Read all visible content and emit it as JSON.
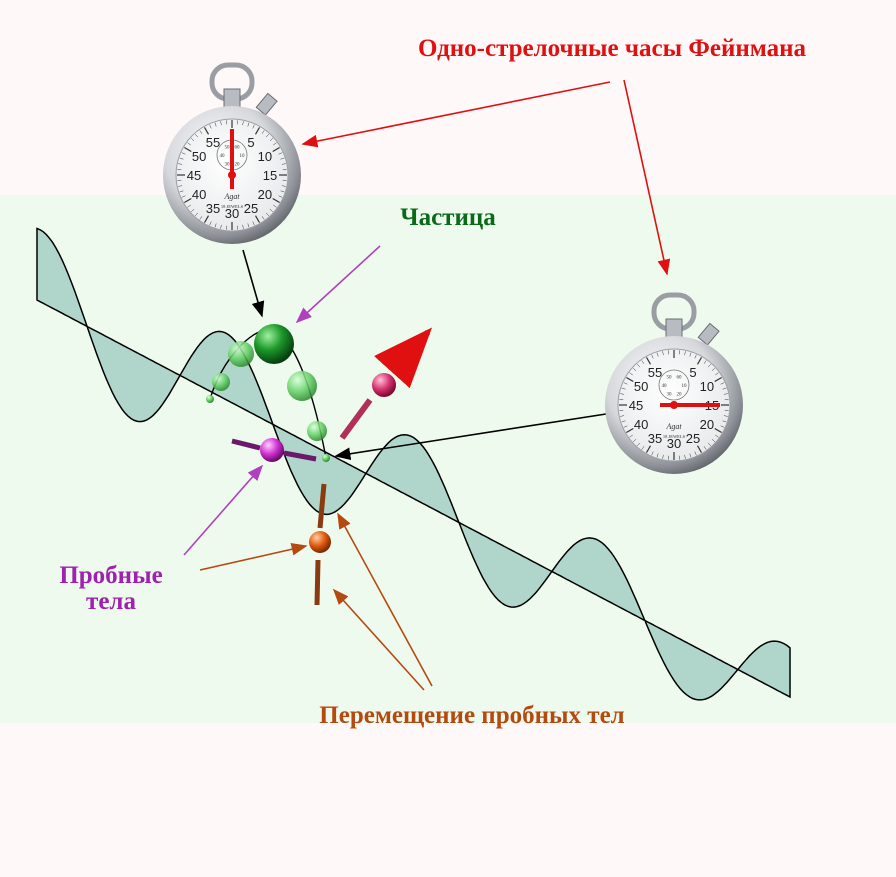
{
  "labels": {
    "clocks_title": "Одно-стрелочные часы Фейнмана",
    "particle": "Частица",
    "probe_line1": "Пробные",
    "probe_line2": "тела",
    "displacement": "Перемещение пробных тел"
  },
  "stopwatch_left": {
    "outer": [
      "5",
      "10",
      "15",
      "20",
      "25",
      "30",
      "35",
      "40",
      "45",
      "50",
      "55"
    ],
    "inner": [
      "50",
      "60",
      "10",
      "20",
      "30",
      "40"
    ],
    "brand": "Agat",
    "jewels": "18 JEWELS",
    "hand_seconds": 60
  },
  "stopwatch_right": {
    "outer": [
      "5",
      "10",
      "15",
      "20",
      "25",
      "30",
      "35",
      "40",
      "45",
      "50",
      "55"
    ],
    "inner": [
      "50",
      "60",
      "10",
      "20",
      "30",
      "40"
    ],
    "brand": "Agat",
    "jewels": "18 JEWELS",
    "hand_seconds": 15
  },
  "colors": {
    "title": "#e01010",
    "particle": "#0a6a1a",
    "probe": "#a020b0",
    "displacement": "#b54a10",
    "wave_fill": "#a9d2c6",
    "background_band": "#eefaee"
  }
}
